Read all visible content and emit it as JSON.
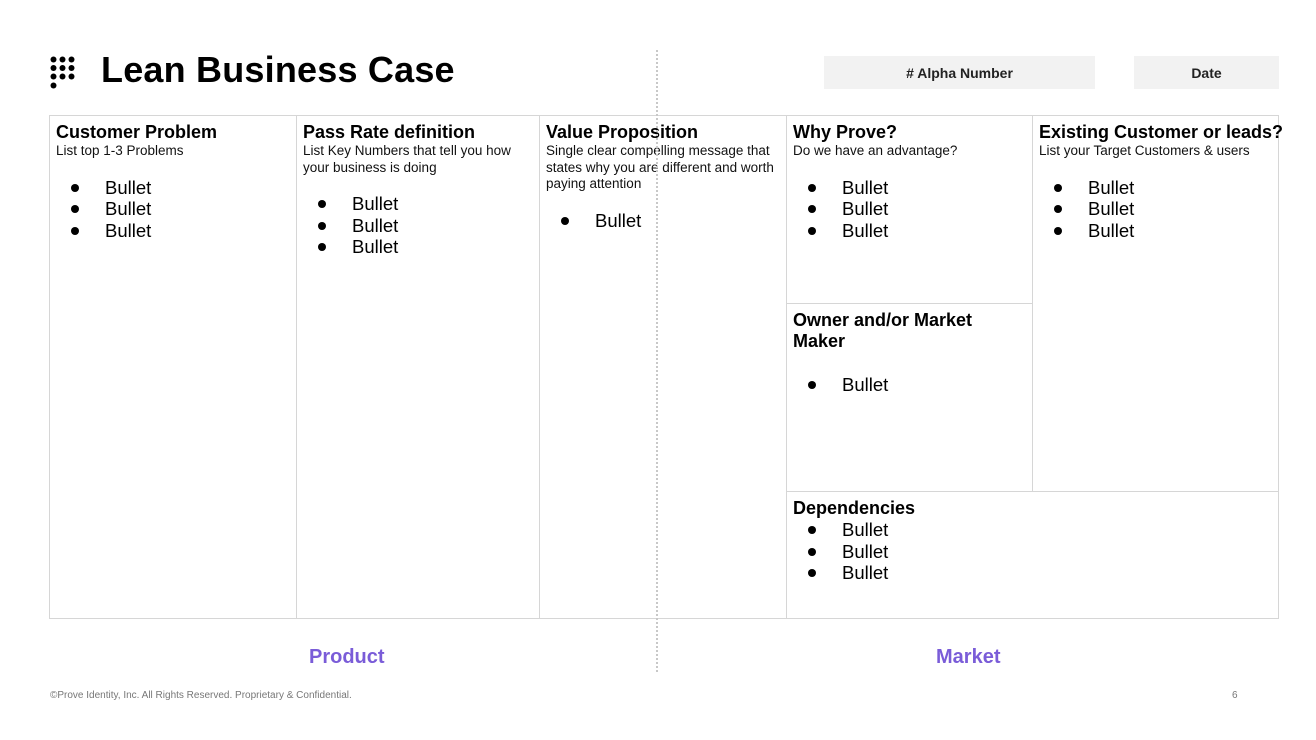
{
  "header": {
    "title": "Lean Business Case",
    "alpha_number": "# Alpha Number",
    "date": "Date"
  },
  "cells": {
    "customer_problem": {
      "title": "Customer Problem",
      "desc": "List top 1-3 Problems",
      "bullets": [
        "Bullet",
        "Bullet",
        "Bullet"
      ]
    },
    "pass_rate": {
      "title": "Pass Rate definition",
      "desc": "List Key Numbers that tell you how your business is doing",
      "bullets": [
        "Bullet",
        "Bullet",
        "Bullet"
      ]
    },
    "value_prop": {
      "title": "Value Proposition",
      "desc": "Single clear compelling message that states why you are different and worth paying attention",
      "bullets": [
        "Bullet"
      ]
    },
    "why_prove": {
      "title": "Why Prove?",
      "desc": "Do we have an advantage?",
      "bullets": [
        "Bullet",
        "Bullet",
        "Bullet"
      ]
    },
    "owner": {
      "title": "Owner and/or Market Maker",
      "bullets": [
        "Bullet"
      ]
    },
    "existing_customers": {
      "title": "Existing Customer or leads?",
      "desc": "List your Target Customers & users",
      "bullets": [
        "Bullet",
        "Bullet",
        "Bullet"
      ]
    },
    "dependencies": {
      "title": "Dependencies",
      "bullets": [
        "Bullet",
        "Bullet",
        "Bullet"
      ]
    }
  },
  "footer": {
    "product_label": "Product",
    "market_label": "Market",
    "copyright": "©Prove Identity, Inc. All Rights Reserved. Proprietary & Confidential.",
    "page_number": "6"
  },
  "colors": {
    "accent": "#7a5cd8",
    "header_box_bg": "#f2f2f2",
    "cell_border": "#d6d6d6"
  },
  "icons": {
    "logo": "prove-dot-grid-logo-icon"
  }
}
